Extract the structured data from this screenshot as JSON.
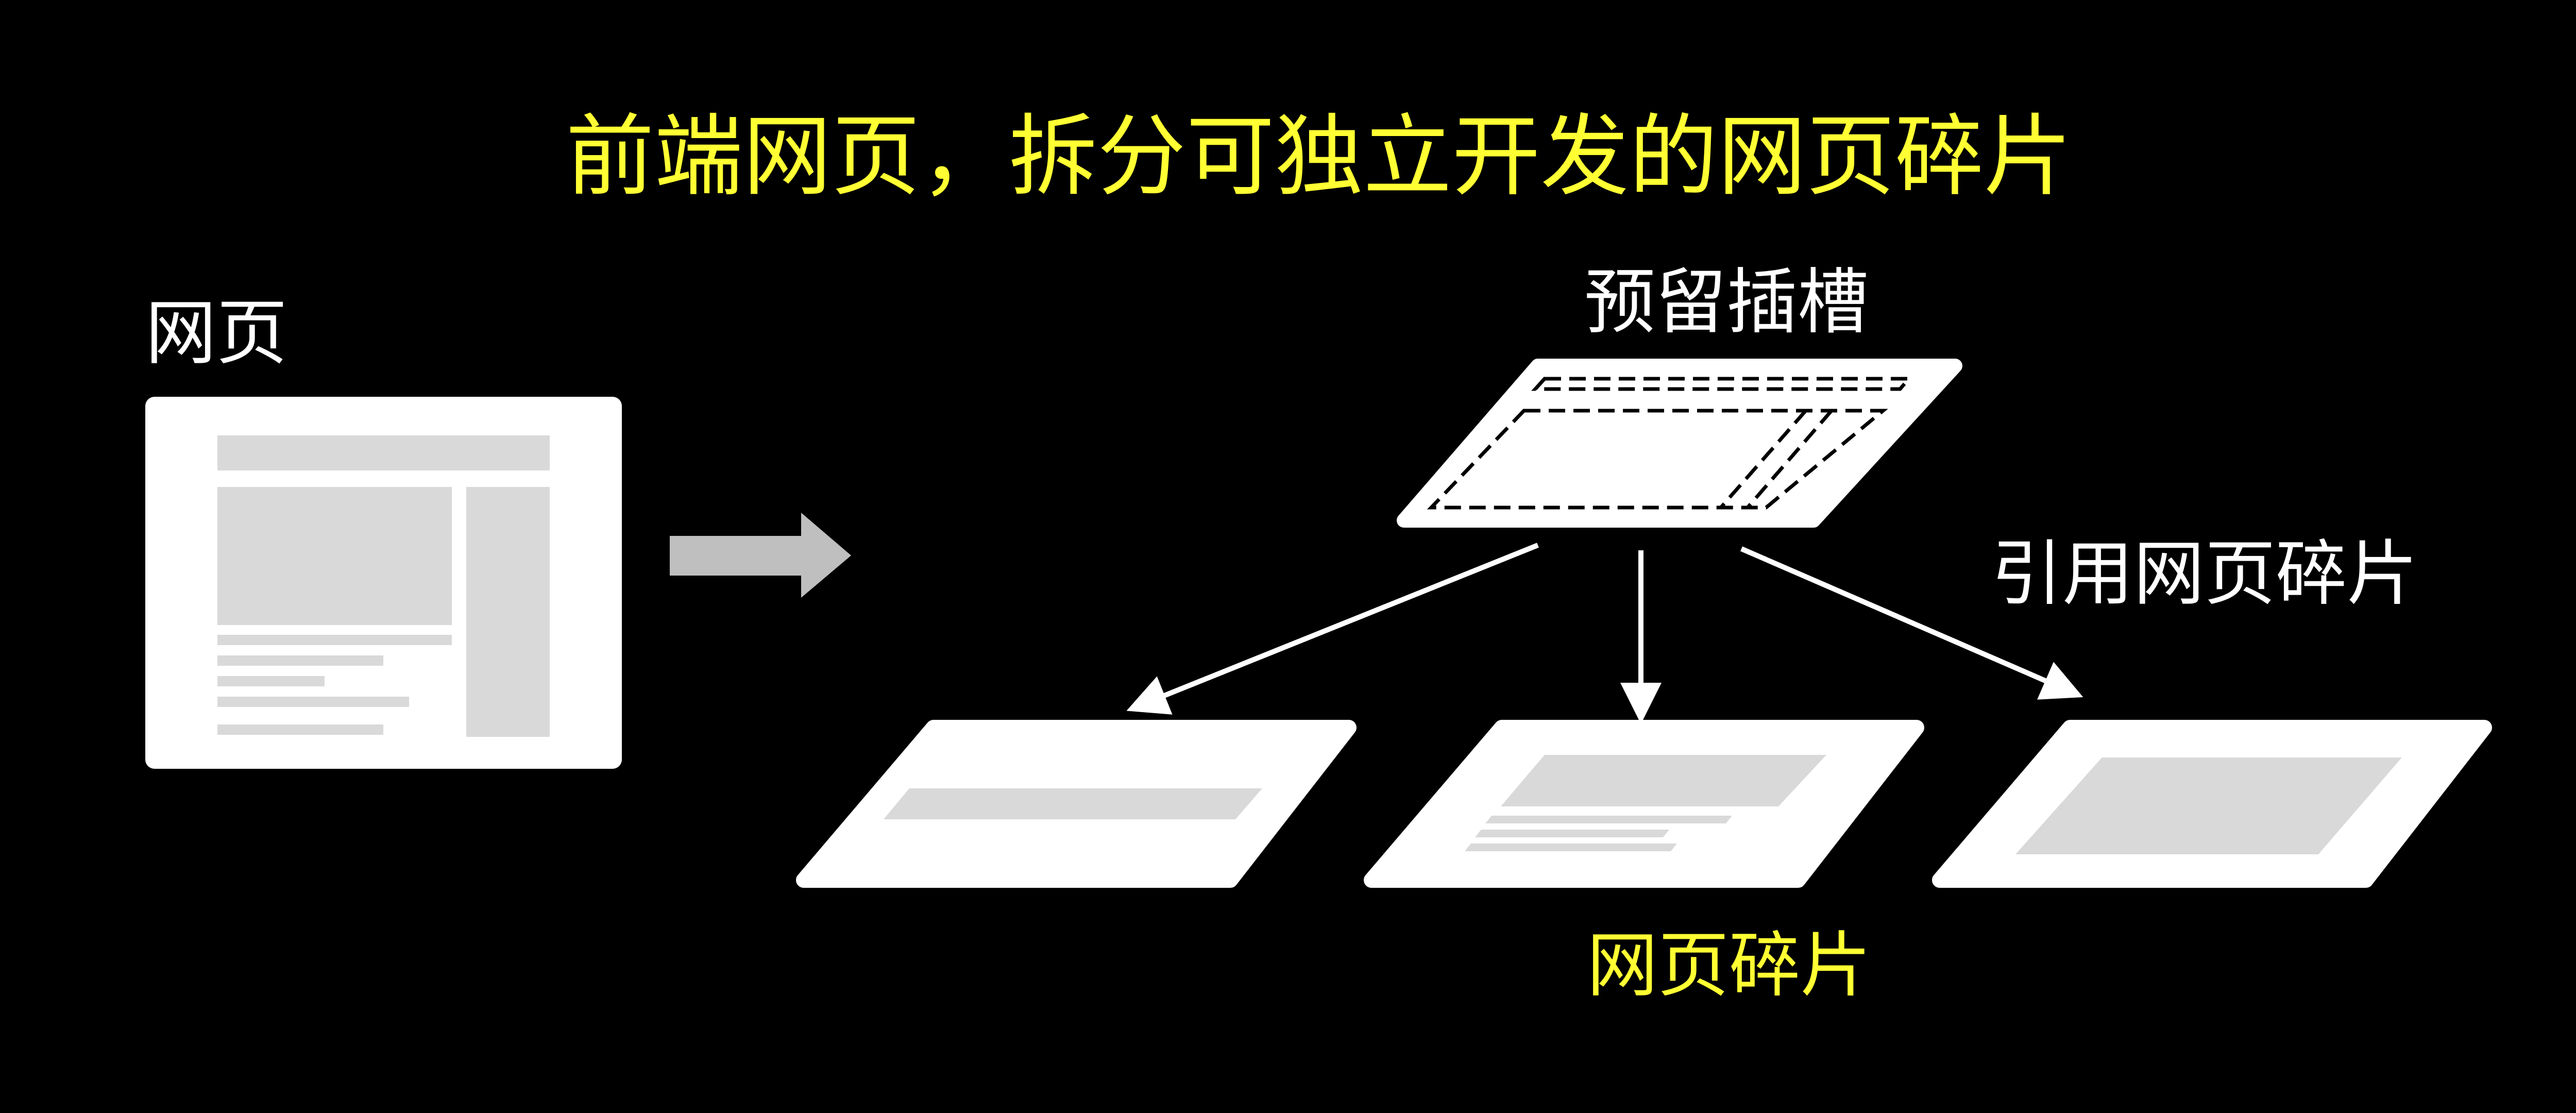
{
  "title": "前端网页，拆分可独立开发的网页碎片",
  "labels": {
    "webpage": "网页",
    "reserved_slot": "预留插槽",
    "reference_fragment": "引用网页碎片",
    "web_fragment": "网页碎片"
  },
  "colors": {
    "background": "#000000",
    "title": "#FFFF33",
    "label": "#FFFFFF",
    "card": "#FFFFFF",
    "block": "#D9D9D9",
    "arrow_big": "#BFBFBF"
  }
}
